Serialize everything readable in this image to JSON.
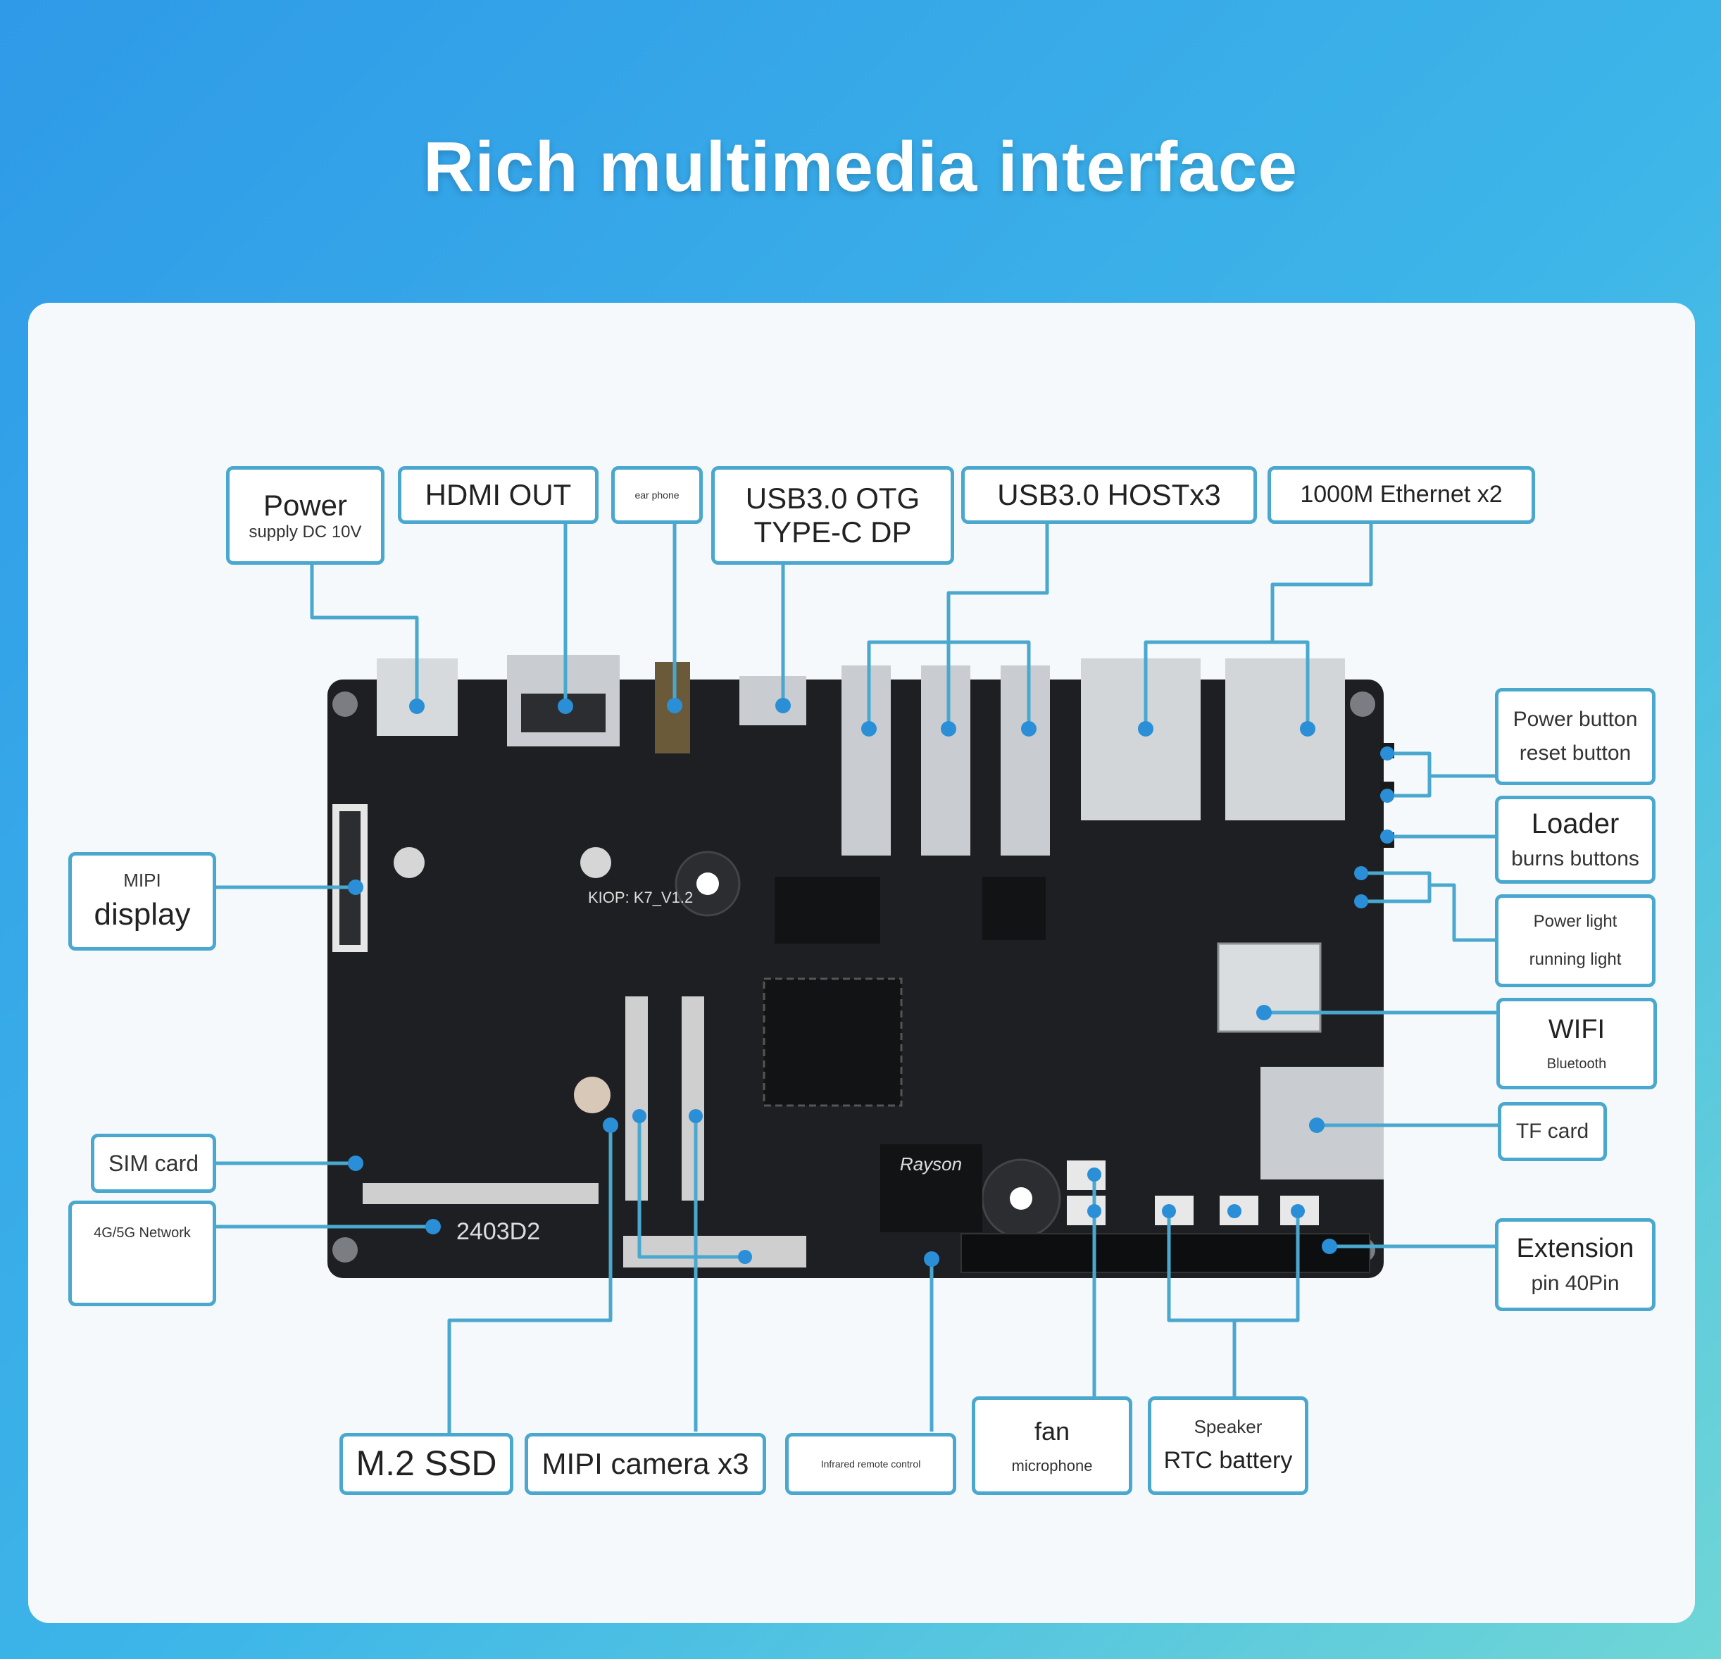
{
  "title": "Rich multimedia interface",
  "colors": {
    "accent": "#4aa8cf",
    "board": "#1e1f22",
    "port_metal": "#c9cdd1",
    "dot": "#2a8fd6"
  },
  "labels": {
    "power": {
      "line1": "Power",
      "line2": "supply DC 10V"
    },
    "hdmi": {
      "line1": "HDMI OUT"
    },
    "ear_phone": {
      "line1": "ear phone"
    },
    "usb_otg": {
      "line1": "USB3.0 OTG",
      "line2": "TYPE-C DP"
    },
    "usb_host": {
      "line1": "USB3.0 HOSTx3"
    },
    "ethernet": {
      "line1": "1000M Ethernet x2"
    },
    "power_button": {
      "line1": "Power button",
      "line2": "reset button"
    },
    "loader": {
      "line1": "Loader",
      "line2": "burns buttons"
    },
    "power_light": {
      "line1": "Power light",
      "line2": "running light"
    },
    "wifi": {
      "line1": "WIFI",
      "line2": "Bluetooth"
    },
    "tf_card": {
      "line1": "TF card"
    },
    "extension": {
      "line1": "Extension",
      "line2": "pin 40Pin"
    },
    "mipi_display": {
      "line1": "MIPI",
      "line2": "display"
    },
    "sim_card": {
      "line1": "SIM card"
    },
    "network": {
      "line1": "4G/5G Network"
    },
    "m2_ssd": {
      "line1": "M.2 SSD"
    },
    "mipi_camera": {
      "line1": "MIPI camera x3"
    },
    "serial": {
      "line1": "Infrared remote control"
    },
    "fan": {
      "line1": "fan",
      "line2": "microphone"
    },
    "speaker": {
      "line1": "Speaker",
      "line2": "RTC battery"
    }
  },
  "board": {
    "silkscreen_model": "KIOP: K7_V1.2",
    "silkscreen_code": "2403D2",
    "chip_brand": "Rayson"
  }
}
